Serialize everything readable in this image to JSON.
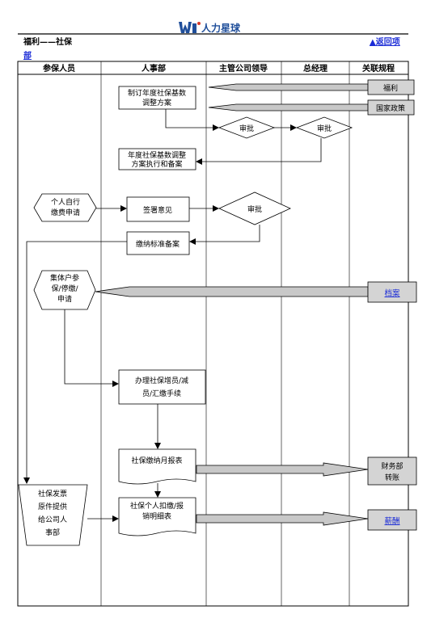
{
  "brand": {
    "name": "人力星球",
    "logo_color": "#1f4e9a"
  },
  "header": {
    "title_line1": "福利——社保",
    "title_line2": "部",
    "back_link": "▲返回项",
    "link_color": "#1a2bd6"
  },
  "lanes": [
    "参保人员",
    "人事部",
    "主管公司领导",
    "总经理",
    "关联规程"
  ],
  "nodes": {
    "adjust_plan": [
      "制订年度社保基数",
      "调整方案"
    ],
    "approve_1": "审批",
    "approve_2": "审批",
    "plan_exec": [
      "年度社保基数调整",
      "方案执行和备案"
    ],
    "self_apply": [
      "个人自行",
      "缴费申请"
    ],
    "sign_opinion": "签署意见",
    "approve_3": "审批",
    "std_record": "缴纳标准备案",
    "collective": [
      "集体户参",
      "保/停缴/",
      "申请"
    ],
    "process": [
      "办理社保增员/减",
      "员/汇缴手续"
    ],
    "monthly_report": "社保缴纳月报表",
    "personal_detail": [
      "社保个人扣缴/报",
      "销明细表"
    ],
    "invoice": [
      "社保发票",
      "原件提供",
      "给公司人",
      "事部"
    ]
  },
  "refs": {
    "welfare": "福利",
    "policy": "国家政策",
    "archive": "档案",
    "finance": [
      "财务部",
      "转账"
    ],
    "salary": "薪酬"
  },
  "colors": {
    "ref_box": "#d4d4d4",
    "arrow_fill": "#c8c8c8",
    "line": "#000000"
  }
}
